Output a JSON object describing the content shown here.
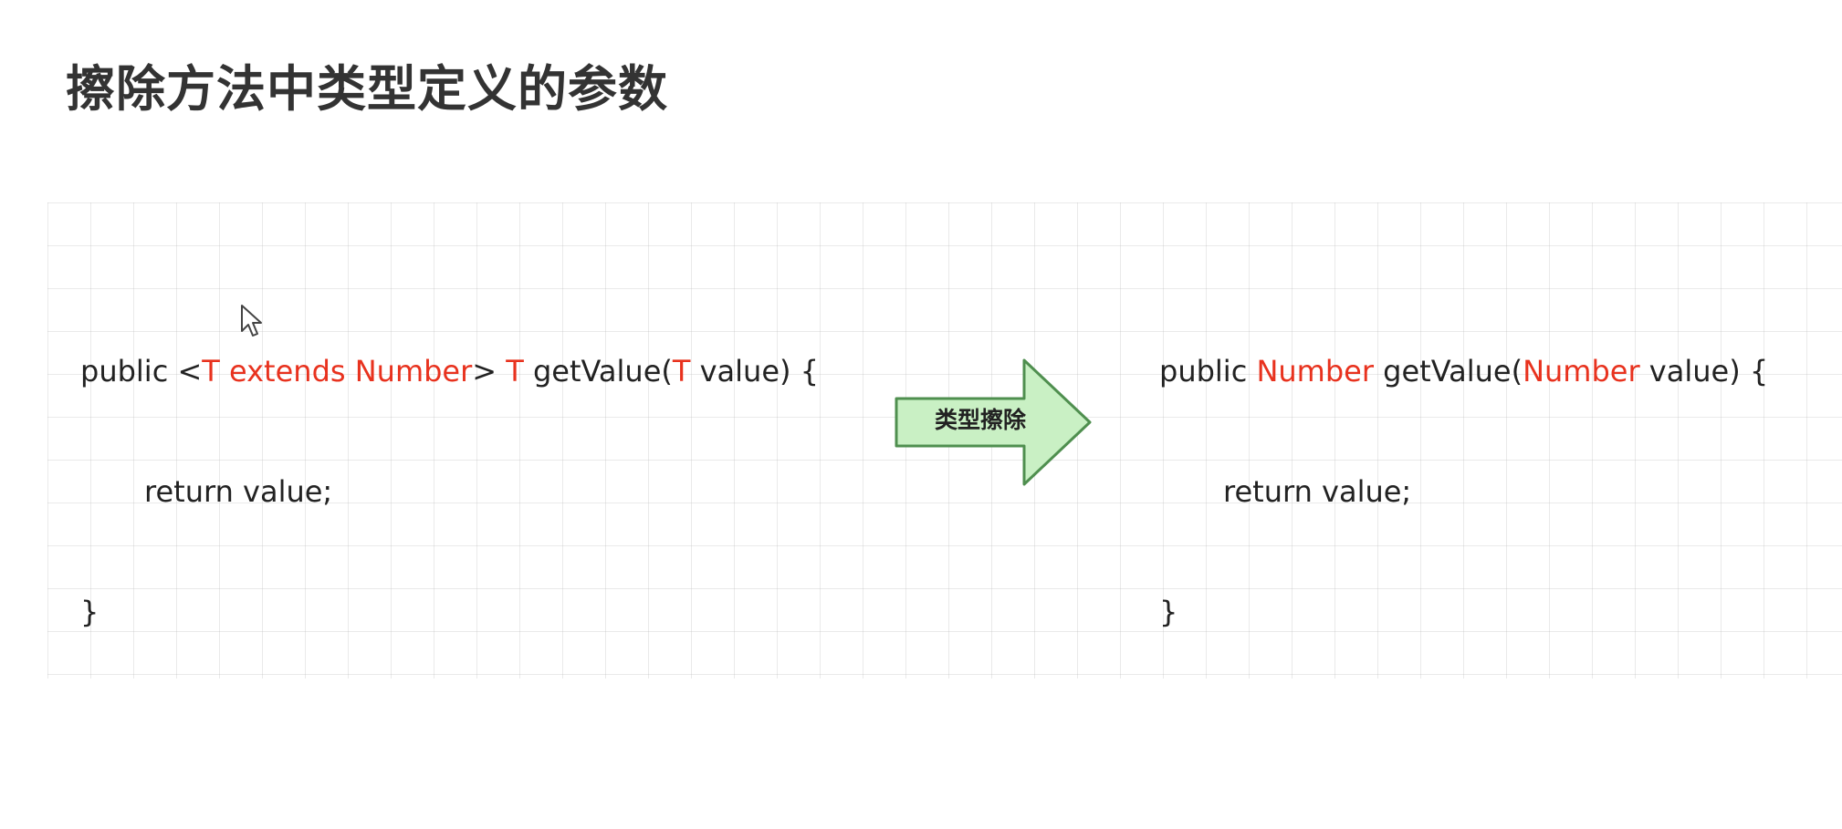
{
  "slide": {
    "title": "擦除方法中类型定义的参数"
  },
  "colors": {
    "title": "#333333",
    "code_text": "#222222",
    "highlight": "#e8321e",
    "arrow_fill": "#c9f0c4",
    "arrow_stroke": "#4f8f4f",
    "grid_line": "#d6d6d6"
  },
  "left_code": {
    "line1": {
      "t1": "public <",
      "t2": "T extends Number",
      "t3": "> ",
      "t4": "T",
      "t5": " getValue(",
      "t6": "T",
      "t7": " value) {"
    },
    "line2": "return value;",
    "line3": "}"
  },
  "arrow": {
    "label": "类型擦除"
  },
  "right_code": {
    "line1": {
      "t1": "public ",
      "t2": "Number",
      "t3": " getValue(",
      "t4": "Number",
      "t5": " value) {"
    },
    "line2": "return value;",
    "line3": "}"
  },
  "icons": {
    "cursor": "mouse-pointer-icon",
    "arrow": "right-arrow-icon"
  }
}
